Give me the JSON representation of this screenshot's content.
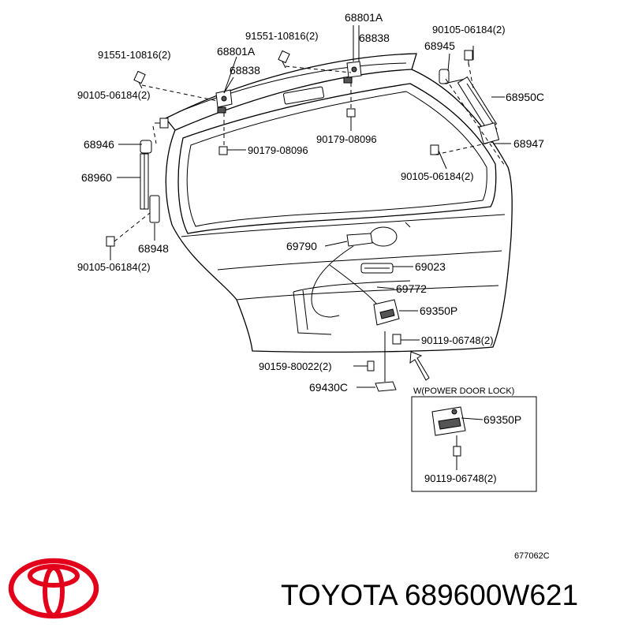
{
  "labels": {
    "hinge_right": "68801A",
    "bolt_upper_right": "91551-10816(2)",
    "hinge_right_b": "68838",
    "bolt_top_right": "90105-06184(2)",
    "stay_bracket_right_top": "68945",
    "bolt_upper_left": "91551-10816(2)",
    "hinge_left": "68801A",
    "hinge_left_b": "68838",
    "bolt_left_top": "90105-06184(2)",
    "stay_right": "68950C",
    "stay_bracket_left_top": "68946",
    "nut_center": "90179-08096",
    "nut_left": "90179-08096",
    "stay_bracket_right_bottom": "68947",
    "bolt_right_mid": "90105-06184(2)",
    "stay_left": "68960",
    "stay_bracket_left_bottom": "68948",
    "bolt_left_bottom": "90105-06184(2)",
    "handle": "69790",
    "switch": "69023",
    "cable": "69772",
    "lock": "69350P",
    "lock_bolt": "90119-06748(2)",
    "striker_screw": "90159-80022(2)",
    "striker": "69430C",
    "inset_title": "W(POWER DOOR LOCK)",
    "inset_lock": "69350P",
    "inset_bolt": "90119-06748(2)",
    "diagram_code": "677062C"
  },
  "brand": {
    "name": "TOYOTA 689600W621",
    "logo_color": "#e3001b"
  }
}
